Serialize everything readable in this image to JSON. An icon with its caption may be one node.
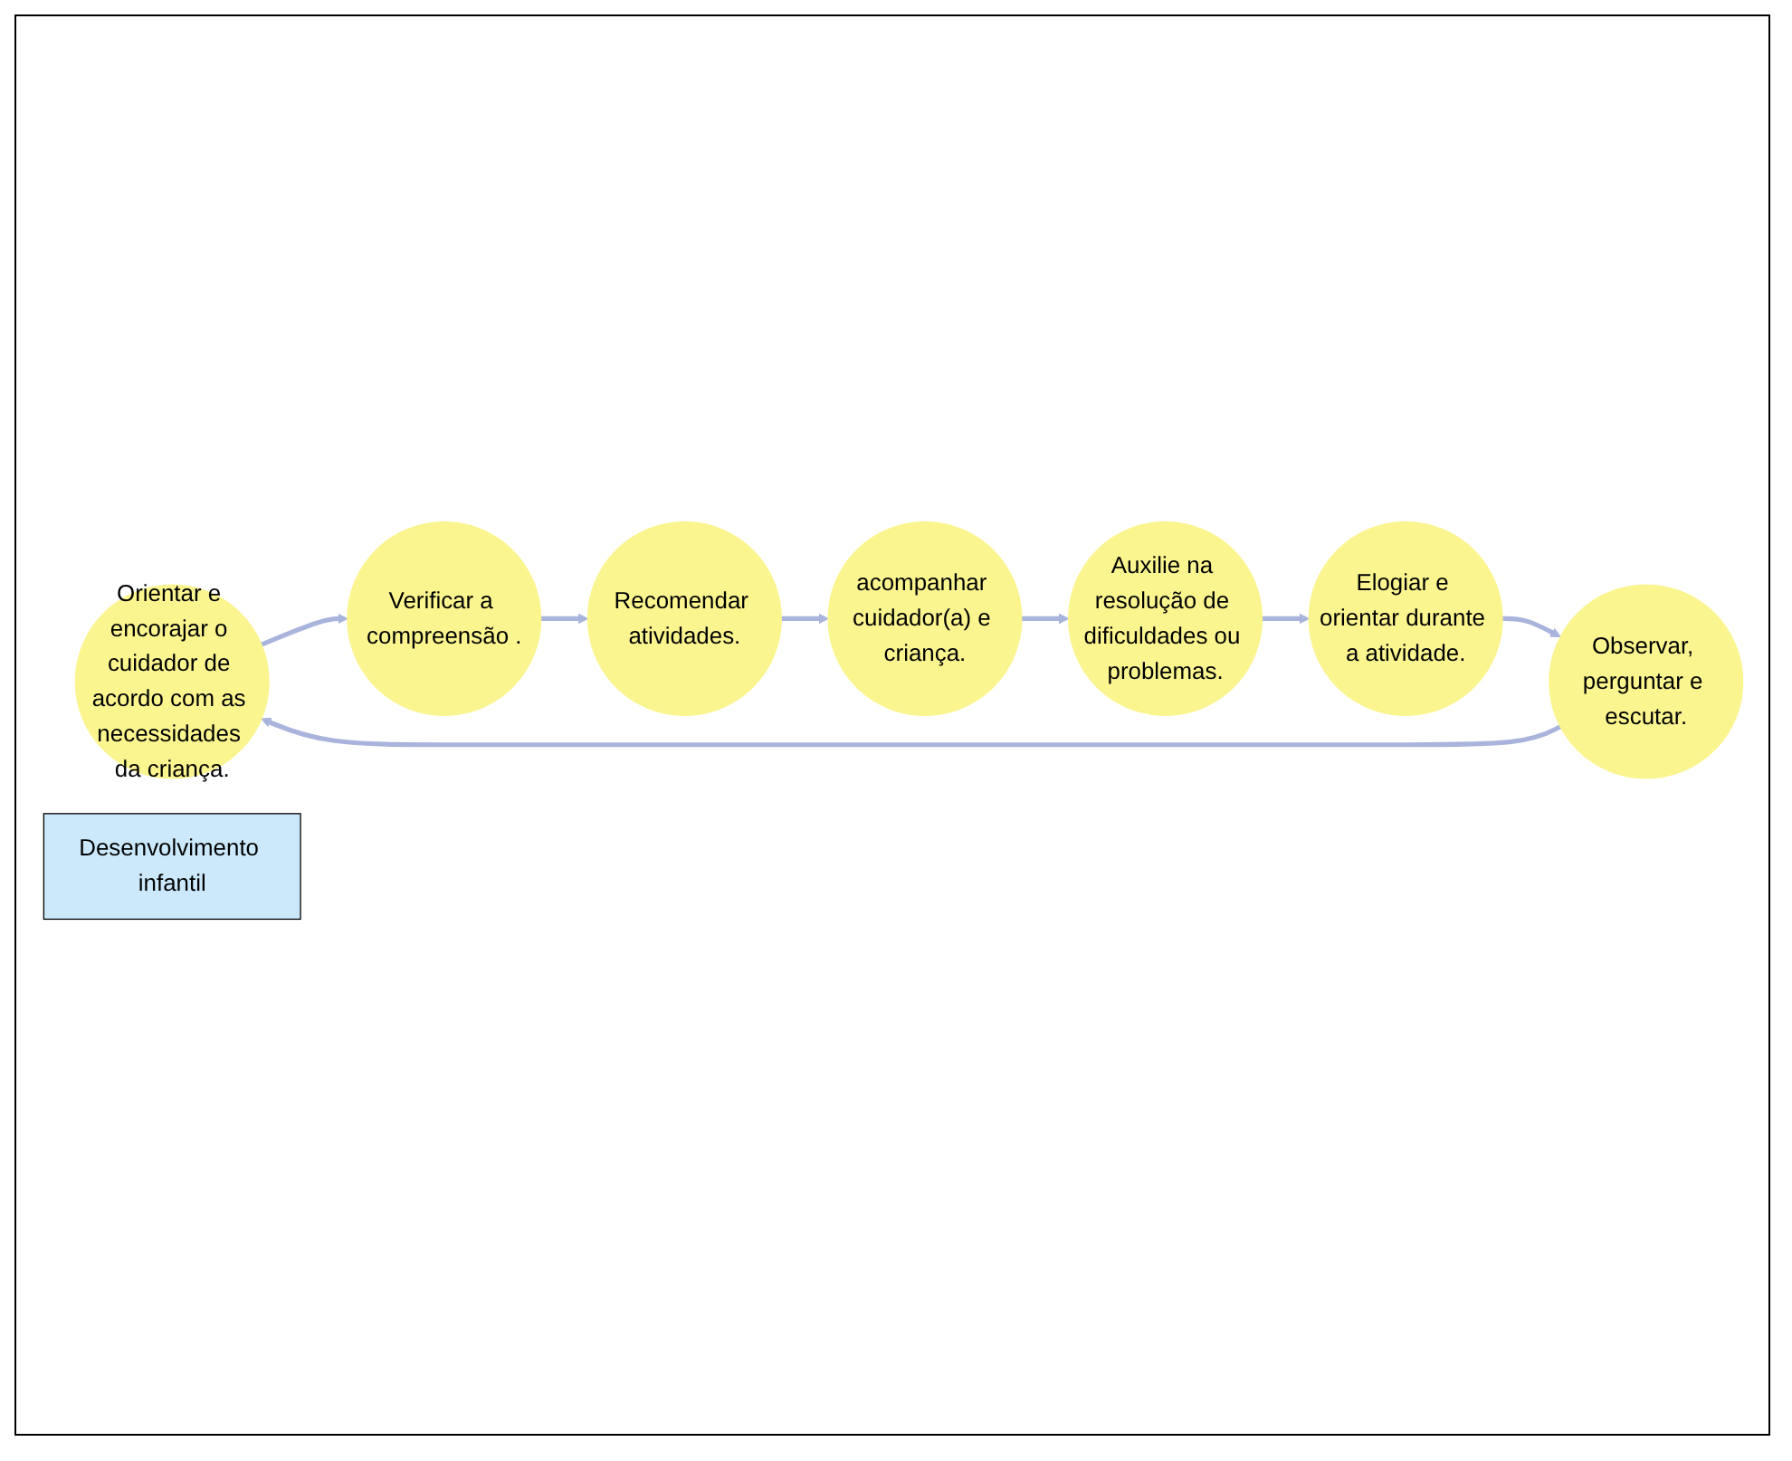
{
  "diagram": {
    "nodes": [
      {
        "text": [
          "Orientar e encorajar o cuidador de acordo com as necessidades da criança."
        ]
      },
      {
        "text": [
          "Verificar a compreensão ."
        ]
      },
      {
        "text": [
          "Recomendar atividades."
        ]
      },
      {
        "text": [
          "acompanhar cuidador(a) e criança."
        ]
      },
      {
        "text": [
          "Auxilie na resolução de dificuldades ou problemas."
        ]
      },
      {
        "text": [
          "Elogiar e orientar durante a atividade."
        ]
      },
      {
        "text": [
          "Observar, perguntar e escutar."
        ]
      },
      {
        "text": [
          "Desenvolvimento infantil"
        ]
      }
    ],
    "edges": [
      {
        "from": 6,
        "to": 0,
        "arrow": "to"
      },
      {
        "from": 0,
        "to": 1,
        "arrow": "to"
      },
      {
        "from": 1,
        "to": 2,
        "arrow": "to"
      },
      {
        "from": 2,
        "to": 3,
        "arrow": "to"
      },
      {
        "from": 3,
        "to": 4,
        "arrow": "to"
      },
      {
        "from": 4,
        "to": 5,
        "arrow": "to"
      },
      {
        "from": 5,
        "to": 6,
        "arrow": "to"
      }
    ]
  }
}
